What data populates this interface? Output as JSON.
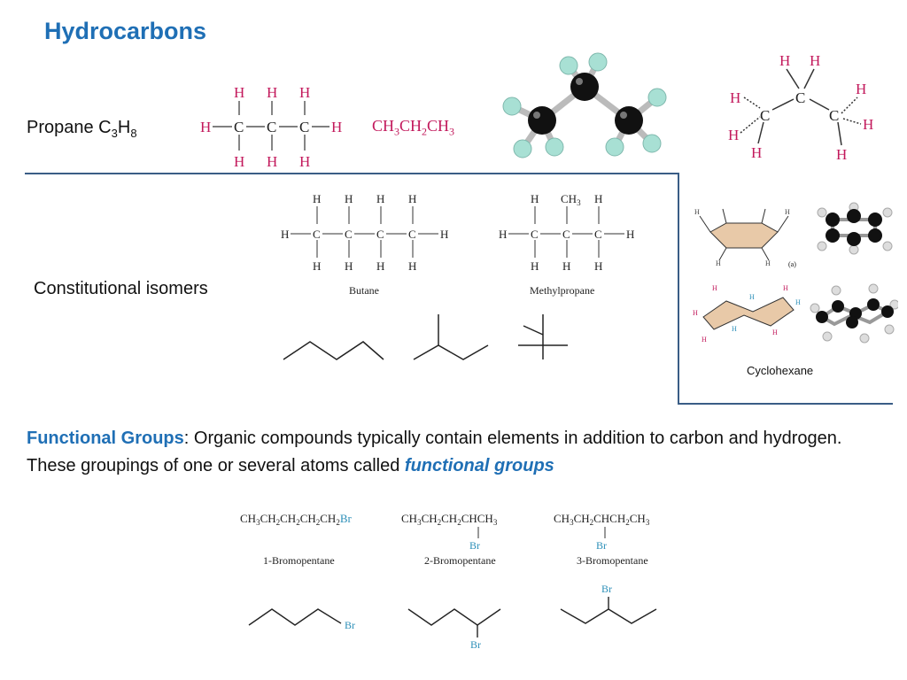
{
  "title": "Hydrocarbons",
  "propane": {
    "label_text": "Propane C",
    "sub3": "3",
    "label_h": "H",
    "sub8": "8",
    "condensed": [
      "CH",
      "3",
      "CH",
      "2",
      "CH",
      "3"
    ]
  },
  "isomers": {
    "label": "Constitutional isomers",
    "butane": "Butane",
    "methylpropane": "Methylpropane",
    "ch3": "CH",
    "ch3_sub": "3"
  },
  "cyclohexane": {
    "label": "Cyclohexane",
    "panel_tag": "(a)"
  },
  "functional": {
    "term": "Functional Groups",
    "text": ": Organic compounds typically contain elements in addition to carbon and hydrogen. These groupings of one or several atoms called ",
    "emph": "functional groups"
  },
  "bromo": {
    "names": [
      "1-Bromopentane",
      "2-Bromopentane",
      "3-Bromopentane"
    ],
    "br": "Br",
    "formula1": "CH3CH2CH2CH2CH2Br",
    "formula2": "CH3CH2CH2CHCH3",
    "formula3": "CH3CH2CHCH2CH3"
  },
  "atoms": {
    "H": "H",
    "C": "C"
  },
  "colors": {
    "title_blue": "#1f6fb5",
    "hydrogen_pink": "#c2185b",
    "bromine_teal": "#2c8fb8",
    "rule_blue": "#3a5d86"
  }
}
